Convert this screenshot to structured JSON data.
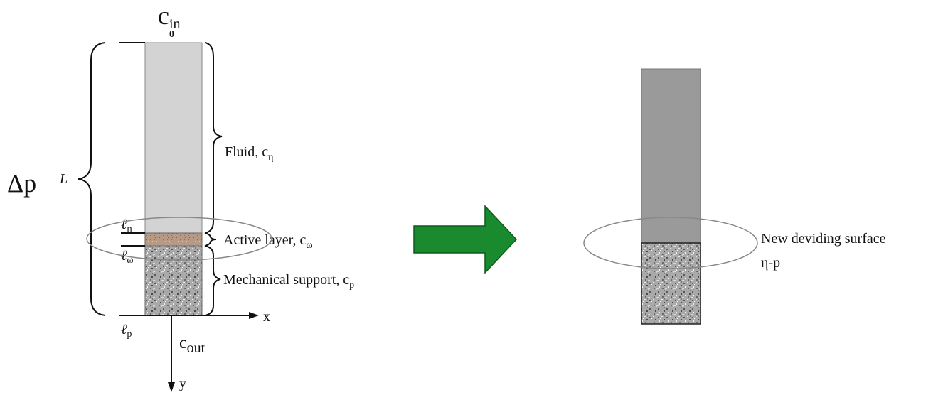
{
  "left_diagram": {
    "inlet_label": "c",
    "inlet_sub": "in",
    "origin_label": "0",
    "pressure_label": "Δp",
    "length_label": "L",
    "fluid_label": "Fluid, c",
    "fluid_sub": "η",
    "active_label": "Active layer, c",
    "active_sub": "ω",
    "support_label": "Mechanical support, c",
    "support_sub": "p",
    "l_eta": "ℓ",
    "l_eta_sub": "η",
    "l_omega": "ℓ",
    "l_omega_sub": "ω",
    "l_p": "ℓ",
    "l_p_sub": "p",
    "outlet_label": "c",
    "outlet_sub": "out",
    "x_axis": "x",
    "y_axis": "y"
  },
  "arrow": {
    "color": "#1a8a2e",
    "border": "#0c5a1a"
  },
  "right_diagram": {
    "surface_label": "New deviding surface",
    "surface_sub_label": "η-p"
  },
  "colors": {
    "fluid_left": "#d3d3d3",
    "fluid_right": "#9a9a9a",
    "active": "#b89a84",
    "support_base": "#a8a8a8"
  }
}
